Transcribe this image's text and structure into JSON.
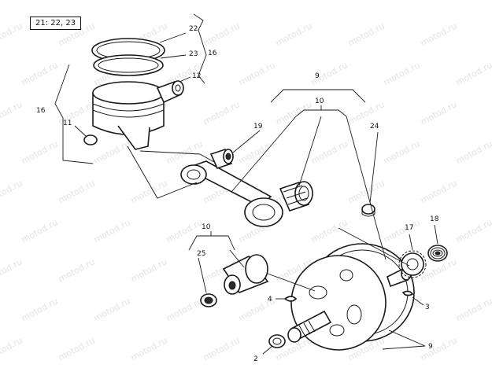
{
  "reference": "21: 22, 23",
  "watermark": "motod.ru",
  "callouts": {
    "c22": "22",
    "c23": "23",
    "c16a": "16",
    "c12": "12",
    "c16b": "16",
    "c11": "11",
    "c9a": "9",
    "c10a": "10",
    "c19": "19",
    "c24": "24",
    "c10b": "10",
    "c25": "25",
    "c17": "17",
    "c18": "18",
    "c4": "4",
    "c3": "3",
    "c2": "2",
    "c9b": "9"
  }
}
